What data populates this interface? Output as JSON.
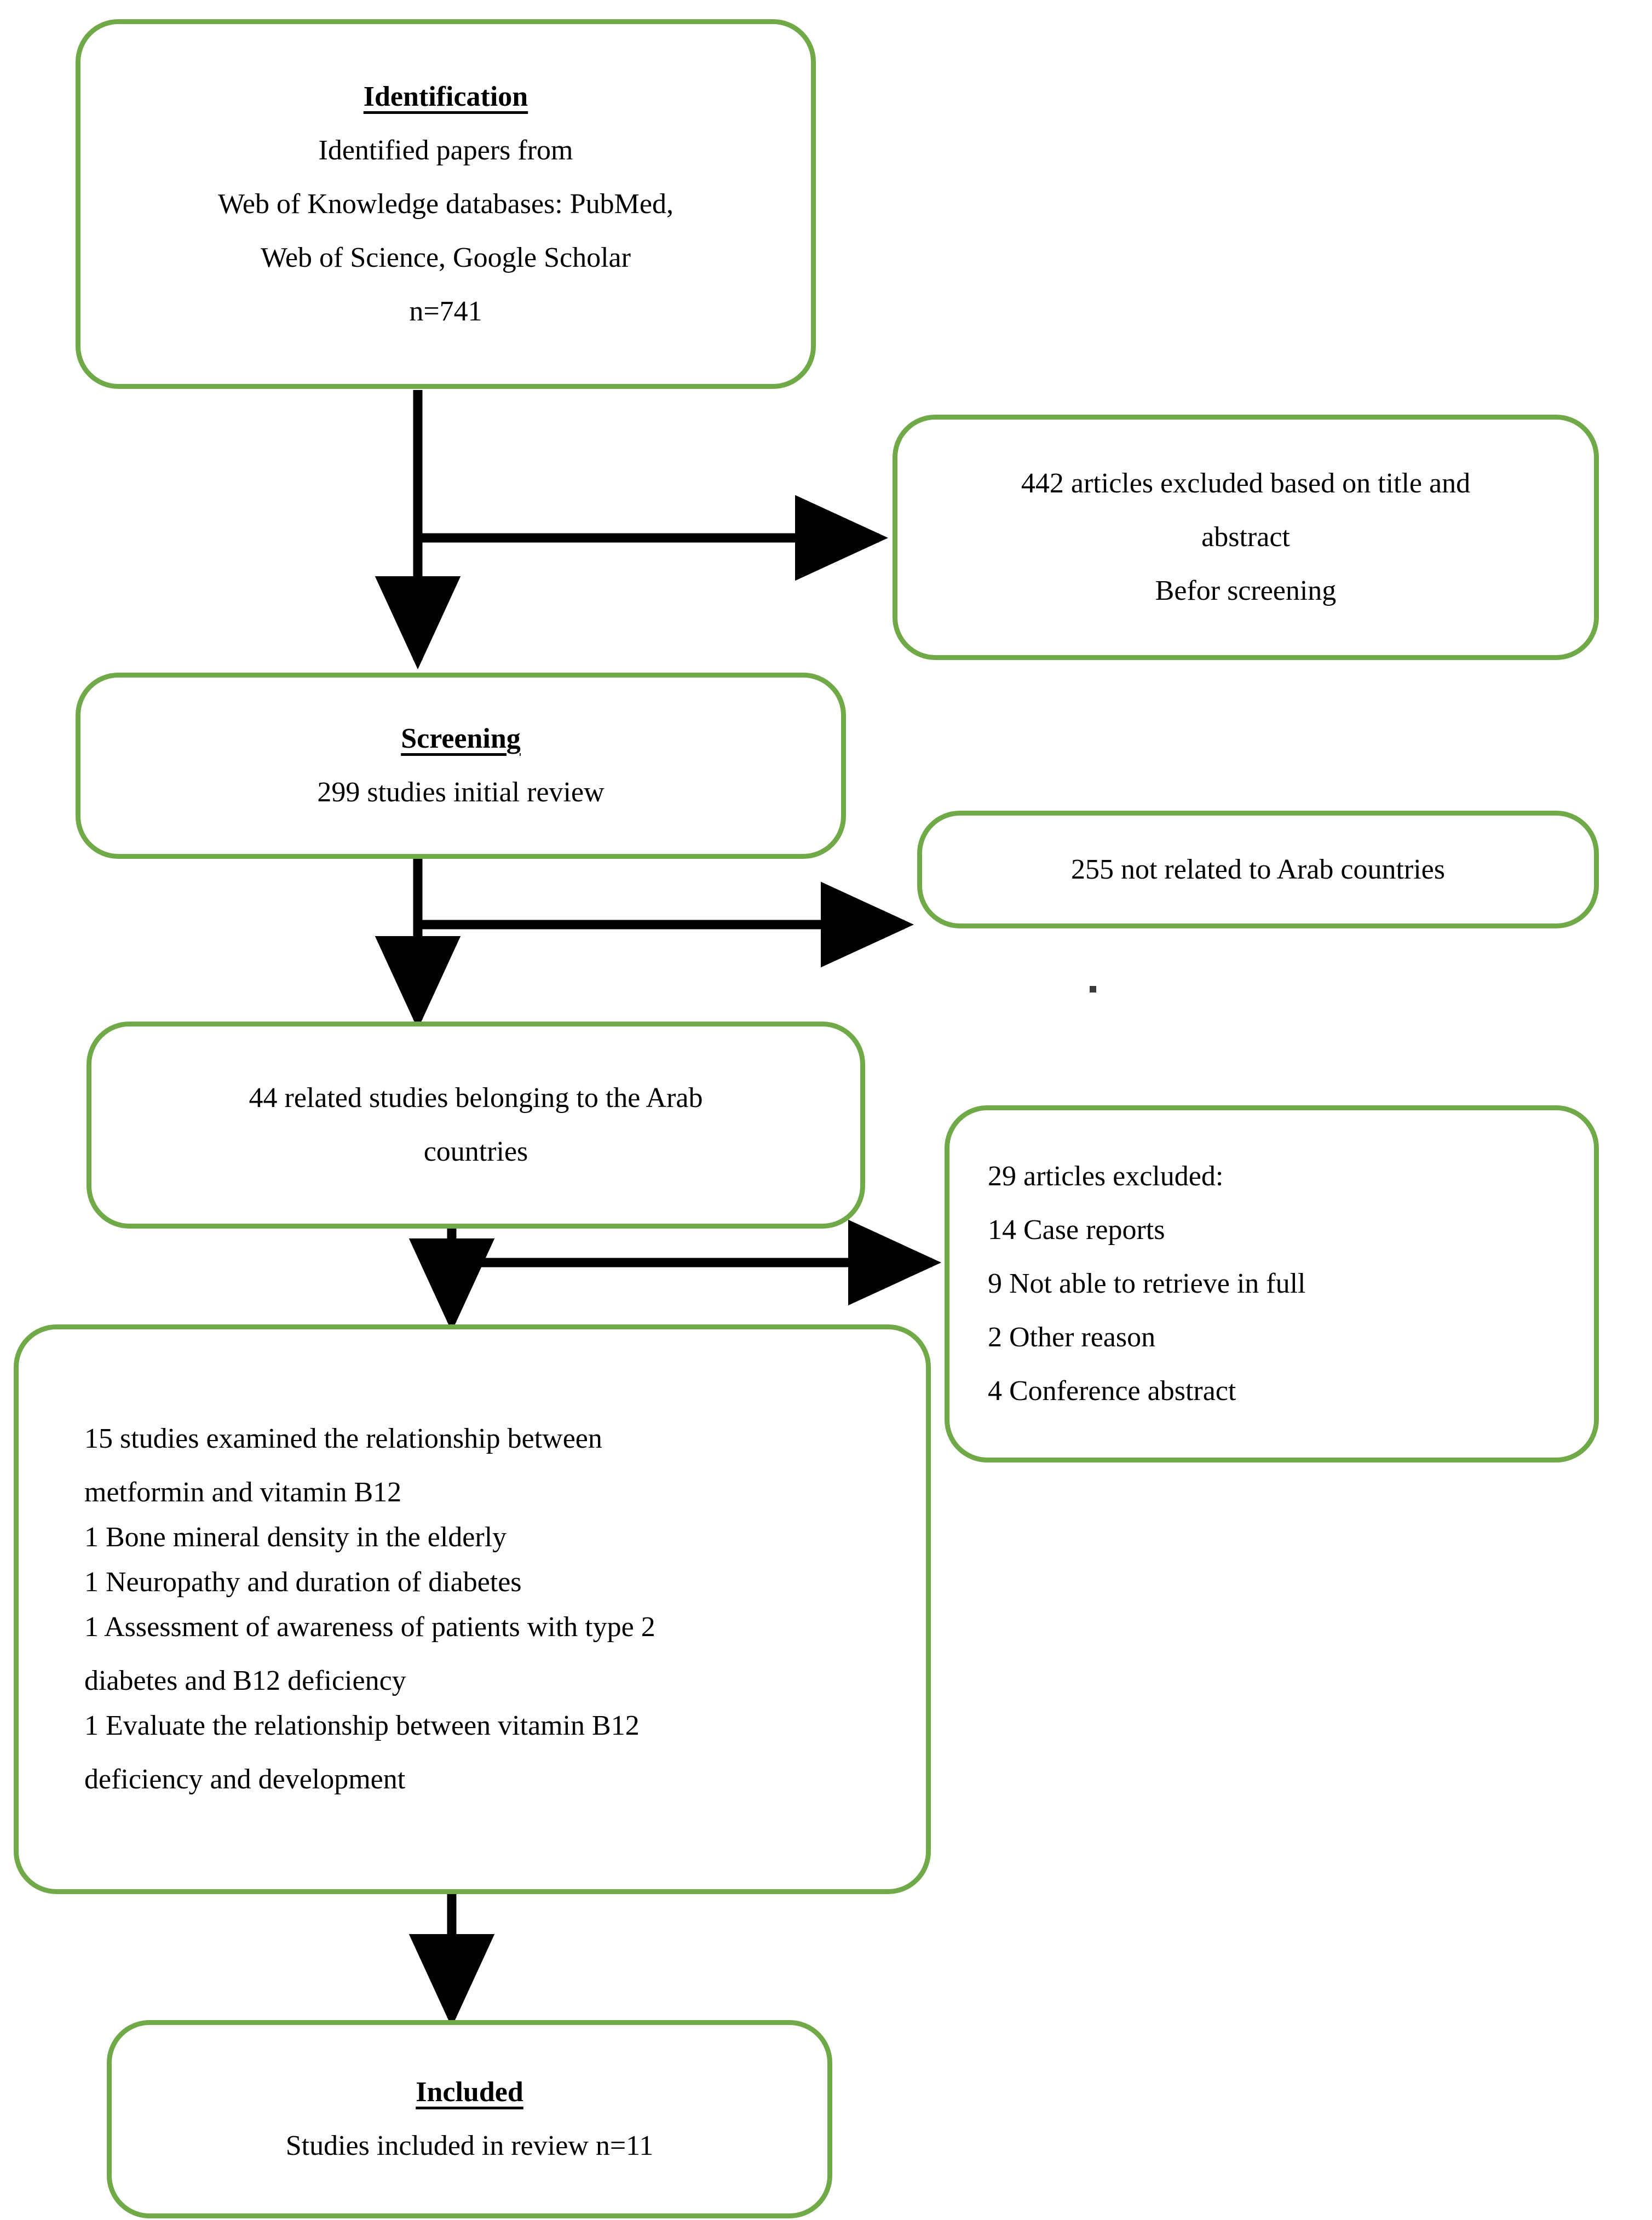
{
  "diagram": {
    "title": "PRISMA study selection flow diagram",
    "accent_color": "#70a947",
    "connector_color": "#000000",
    "background": "#ffffff"
  },
  "boxes": {
    "identification": {
      "heading": "Identification",
      "lines": [
        "Identified papers from",
        "Web of Knowledge databases: PubMed,",
        "Web of Science, Google Scholar",
        "n=741"
      ]
    },
    "excluded_title_abstract": {
      "lines": [
        "442 articles excluded based on title and",
        "abstract",
        "Befor screening"
      ]
    },
    "screening": {
      "heading": "Screening",
      "lines": [
        "299 studies initial review"
      ]
    },
    "not_related": {
      "lines": [
        "255 not related to Arab countries"
      ]
    },
    "related_studies": {
      "lines": [
        "44 related studies belonging to the Arab",
        "countries"
      ]
    },
    "excluded_reasons": {
      "lines": [
        "29 articles excluded:",
        "14 Case reports",
        "9 Not able to retrieve in full",
        "2 Other reason",
        "4 Conference abstract"
      ]
    },
    "study_topics": {
      "lines": [
        "15 studies examined the relationship between",
        "metformin and vitamin B12",
        "1 Bone mineral density in the elderly",
        "1 Neuropathy and duration of diabetes",
        "1 Assessment of awareness of patients with type 2",
        "diabetes and B12 deficiency",
        "1 Evaluate the relationship between vitamin B12",
        "deficiency and development"
      ]
    },
    "included": {
      "heading": "Included",
      "lines": [
        "Studies included in review n=11"
      ]
    }
  },
  "chart_data": {
    "type": "flowchart",
    "title": "PRISMA study selection flow",
    "nodes": [
      {
        "id": "identification",
        "stage": "Identification",
        "n": 741,
        "label": "Identified papers from Web of Knowledge databases: PubMed, Web of Science, Google Scholar n=741"
      },
      {
        "id": "excluded_title_abstract",
        "n": 442,
        "label": "442 articles excluded based on title and abstract Befor screening"
      },
      {
        "id": "screening",
        "stage": "Screening",
        "n": 299,
        "label": "299 studies initial review"
      },
      {
        "id": "not_related",
        "n": 255,
        "label": "255 not related to Arab countries"
      },
      {
        "id": "related_studies",
        "n": 44,
        "label": "44 related studies belonging to the Arab countries"
      },
      {
        "id": "excluded_reasons",
        "n": 29,
        "label": "29 articles excluded: 14 Case reports, 9 Not able to retrieve in full, 2 Other reason, 4 Conference abstract"
      },
      {
        "id": "study_topics",
        "n": 15,
        "label": "15 studies examined the relationship between metformin and vitamin B12 plus 1 each on bone mineral density, neuropathy, awareness, and development"
      },
      {
        "id": "included",
        "stage": "Included",
        "n": 11,
        "label": "Studies included in review n=11"
      }
    ],
    "edges": [
      {
        "from": "identification",
        "to": "excluded_title_abstract",
        "direction": "right"
      },
      {
        "from": "identification",
        "to": "screening",
        "direction": "down"
      },
      {
        "from": "screening",
        "to": "not_related",
        "direction": "right"
      },
      {
        "from": "screening",
        "to": "related_studies",
        "direction": "down"
      },
      {
        "from": "related_studies",
        "to": "excluded_reasons",
        "direction": "right"
      },
      {
        "from": "related_studies",
        "to": "study_topics",
        "direction": "down"
      },
      {
        "from": "study_topics",
        "to": "included",
        "direction": "down"
      }
    ]
  }
}
